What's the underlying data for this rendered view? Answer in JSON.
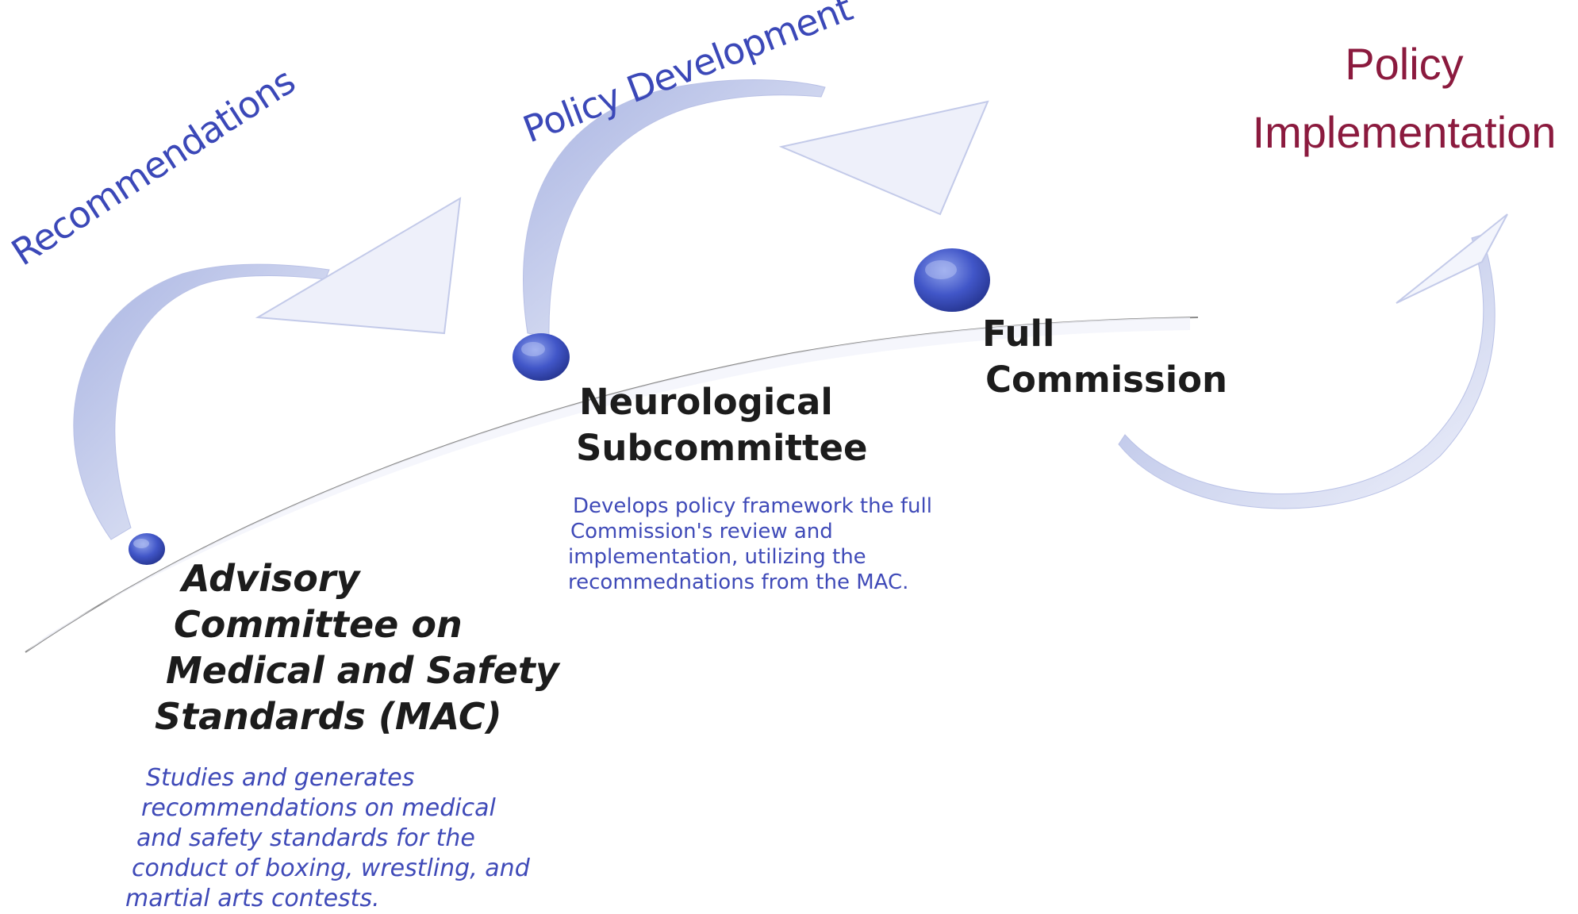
{
  "arc_labels": {
    "recommendations": "Recommendations",
    "policy_development": "Policy Development"
  },
  "phase": {
    "line1": "Policy",
    "line2": "Implementation"
  },
  "nodes": {
    "mac": {
      "title_lines": [
        "Advisory",
        "Committee on",
        "Medical and Safety",
        "Standards (MAC)"
      ],
      "desc_lines": [
        "Studies and generates",
        "recommendations on medical",
        "and safety standards for the",
        "conduct of boxing, wrestling, and",
        "martial arts contests."
      ]
    },
    "neuro": {
      "title_lines": [
        "Neurological",
        "Subcommittee"
      ],
      "desc_lines": [
        "Develops policy framework the full",
        "Commission's review and",
        "implementation, utilizing the",
        "recommednations from the MAC."
      ]
    },
    "full": {
      "title_lines": [
        "Full",
        "Commission"
      ]
    }
  },
  "colors": {
    "arc_label": "#3b48b8",
    "phase_label": "#8b1a3e",
    "node_title": "#1c1c1c",
    "description": "#3f4ab8",
    "arrow_fill": "#c9d0ec",
    "timeline": "#8a8a8a",
    "node_dot": "#3a4fc4"
  }
}
